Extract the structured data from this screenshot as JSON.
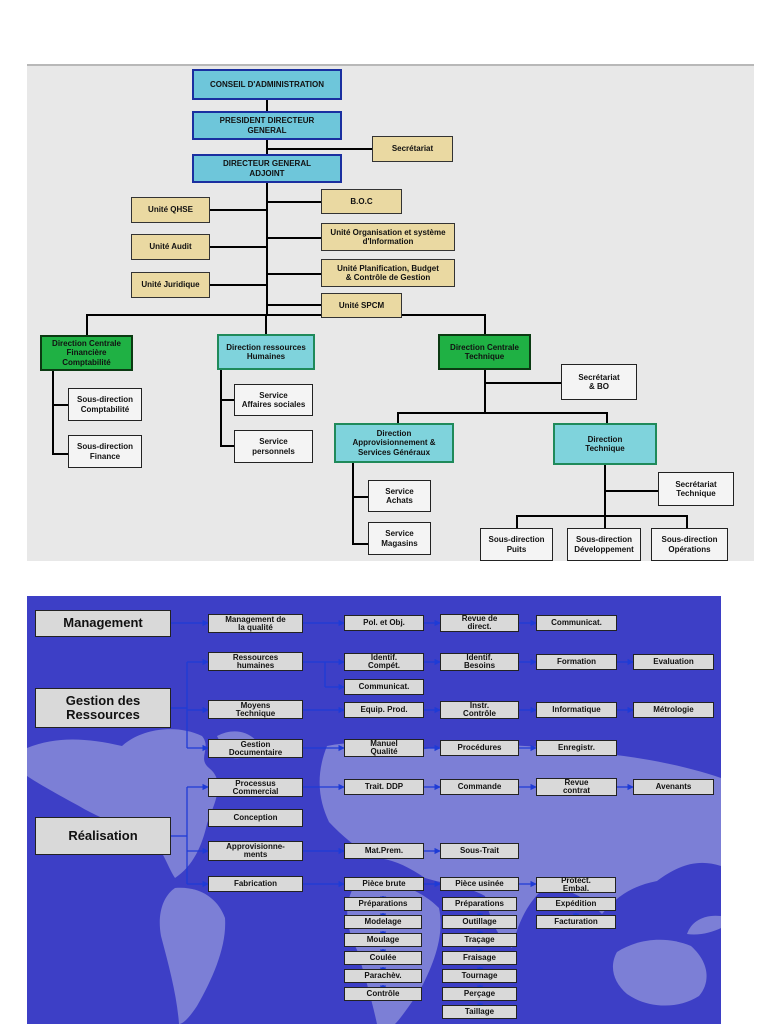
{
  "org_chart": {
    "conseil": "CONSEIL D'ADMINISTRATION",
    "pdg": "PRESIDENT DIRECTEUR\nGENERAL",
    "secretariat_top": "Secrétariat",
    "dga": "DIRECTEUR GENERAL\nADJOINT",
    "qhse": "Unité QHSE",
    "audit": "Unité Audit",
    "juridique": "Unité Juridique",
    "boc": "B.O.C",
    "organisation": "Unité Organisation et système\nd'Information",
    "planification": "Unité Planification, Budget\n& Contrôle de Gestion",
    "spcm": "Unité SPCM",
    "dcfc": "Direction Centrale\nFinancière\nComptabilité",
    "drh": "Direction ressources\nHumaines",
    "dct": "Direction Centrale\nTechnique",
    "sd_compta": "Sous-direction\nComptabilité",
    "sd_finance": "Sous-direction\nFinance",
    "serv_sociales": "Service\nAffaires sociales",
    "serv_personnels": "Service\npersonnels",
    "secr_bo": "Secrétariat\n& BO",
    "dir_appro": "Direction\nApprovisionnement &\nServices Généraux",
    "dir_tech": "Direction\nTechnique",
    "serv_achats": "Service\nAchats",
    "serv_magasins": "Service\nMagasins",
    "secr_tech": "Secrétariat\nTechnique",
    "sd_puits": "Sous-direction\nPuits",
    "sd_dev": "Sous-direction\nDéveloppement",
    "sd_ops": "Sous-direction\nOpérations"
  },
  "process_map": {
    "management": "Management",
    "gestion": "Gestion des\nRessources",
    "realisation": "Réalisation",
    "mgmt_qualite": "Management de\nla qualité",
    "pol_obj": "Pol. et Obj.",
    "revue_direct": "Revue de\ndirect.",
    "communicat_top": "Communicat.",
    "ress_hum": "Ressources\nhumaines",
    "identif_comp": "Identif.\nCompét.",
    "identif_besoins": "Identif.\nBesoins",
    "formation": "Formation",
    "evaluation": "Evaluation",
    "communicat_rh": "Communicat.",
    "moyens_tech": "Moyens\nTechnique",
    "equip_prod": "Equip. Prod.",
    "instr_controle": "Instr.\nContrôle",
    "informatique": "Informatique",
    "metrologie": "Métrologie",
    "gestion_doc": "Gestion\nDocumentaire",
    "manuel_qualite": "Manuel\nQualité",
    "procedures": "Procédures",
    "enregistr": "Enregistr.",
    "proc_commercial": "Processus\nCommercial",
    "trait_ddp": "Trait. DDP",
    "commande": "Commande",
    "revue_contrat": "Revue\ncontrat",
    "avenants": "Avenants",
    "conception": "Conception",
    "approvisionnements": "Approvisionne-\nments",
    "mat_prem": "Mat.Prem.",
    "sous_trait": "Sous-Trait",
    "fabrication": "Fabrication",
    "piece_brute": "Pièce brute",
    "piece_usinee": "Pièce usinée",
    "protect_embal": "Protect.\nEmbal.",
    "col1_steps": [
      "Préparations",
      "Modelage",
      "Moulage",
      "Coulée",
      "Parachèv.",
      "Contrôle"
    ],
    "col2_steps": [
      "Préparations",
      "Outillage",
      "Traçage",
      "Fraisage",
      "Tournage",
      "Perçage",
      "Taillage"
    ],
    "expedition": "Expédition",
    "facturation": "Facturation"
  },
  "colors": {
    "blue_box": "#6ec6da",
    "yellow_box": "#ead9a2",
    "green_box": "#1fb144",
    "map_sea": "#3d3fc6",
    "map_land": "#7c7fd6"
  }
}
